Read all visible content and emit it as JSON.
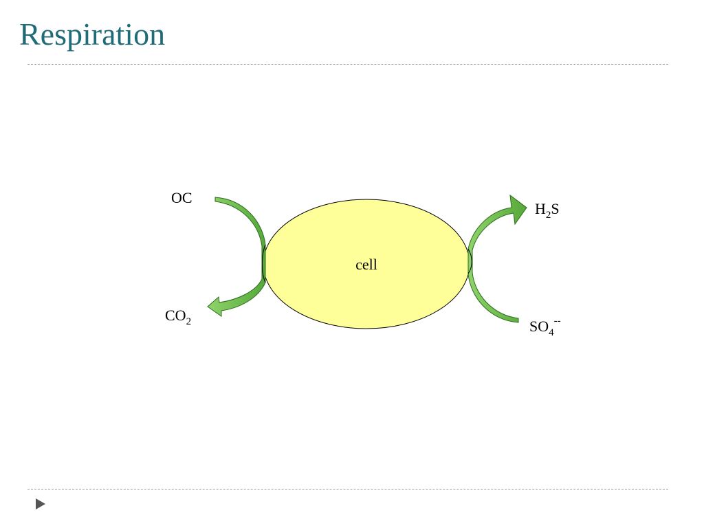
{
  "slide": {
    "title": "Respiration"
  },
  "diagram": {
    "cell_label": "cell",
    "inputs": [
      {
        "main": "OC",
        "sub": "",
        "sup": ""
      },
      {
        "main": "SO",
        "sub": "4",
        "sup": "--"
      }
    ],
    "outputs": [
      {
        "main": "CO",
        "sub": "2",
        "sup": ""
      },
      {
        "main": "H",
        "sub": "2",
        "sup": "",
        "suffix": "S"
      }
    ]
  },
  "colors": {
    "title": "#1f6b78",
    "cell_fill": "#ffff99",
    "arrow_fill": "#66bb44",
    "arrow_outline": "#2e6b1e",
    "rule": "#9a9a9a",
    "nav_arrow": "#555555"
  },
  "icons": {
    "nav": "triangle-right-icon"
  }
}
